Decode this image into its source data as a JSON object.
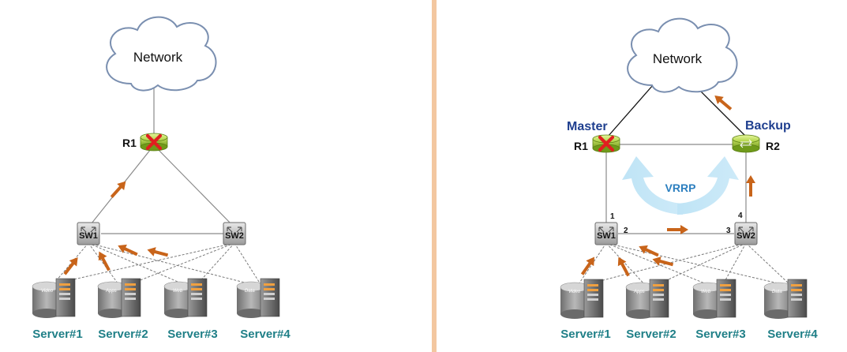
{
  "left": {
    "cloud": "Network",
    "router": "R1",
    "switches": [
      "SW1",
      "SW2"
    ],
    "servers": [
      "Server#1",
      "Server#2",
      "Server#3",
      "Server#4"
    ],
    "server_tags": [
      "Video",
      "Apps",
      "Web",
      "Data"
    ]
  },
  "right": {
    "cloud": "Network",
    "master_role": "Master",
    "backup_role": "Backup",
    "router1": "R1",
    "router2": "R2",
    "protocol": "VRRP",
    "switches": [
      "SW1",
      "SW2"
    ],
    "ports": [
      "1",
      "2",
      "3",
      "4"
    ],
    "servers": [
      "Server#1",
      "Server#2",
      "Server#3",
      "Server#4"
    ],
    "server_tags": [
      "Video",
      "Apps",
      "Web",
      "Data"
    ]
  },
  "colors": {
    "divider": "#f3c7a0",
    "arrow": "#c8641a",
    "server_label": "#1f7f87",
    "role_label": "#1f3f8f",
    "vrrp": "#2c7fbf",
    "failure_x": "#e02020"
  }
}
